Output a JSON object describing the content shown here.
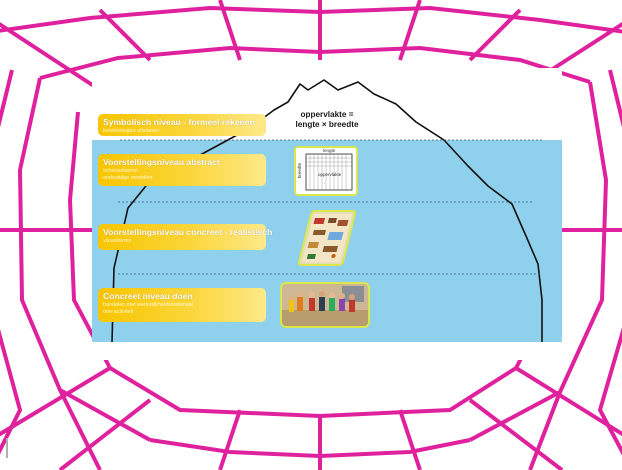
{
  "levels": [
    {
      "title": "Symbolisch niveau - formeel rekenen",
      "subtitle": "berekeningen uitvoeren"
    },
    {
      "title": "Voorstellingsniveau abstract",
      "subtitle": "schematiseren\nandsuidige modellen"
    },
    {
      "title": "Voorstellingsniveau concreet - realistisch",
      "subtitle": "visualiseren"
    },
    {
      "title": "Concreet niveau doen",
      "subtitle": "handelen met werkelijkheidsmateriaal\ndoe-activiteit"
    }
  ],
  "formula": {
    "line1": "oppervlakte =",
    "line2": "lengte × breedte"
  },
  "grid_labels": {
    "length": "lengte",
    "width": "breedte",
    "area": "oppervlakte"
  },
  "colors": {
    "web": "#e0219e",
    "sea": "#8fd0ec",
    "label": "#f7c500",
    "outline": "#111111",
    "frame": "#d8e84a"
  }
}
